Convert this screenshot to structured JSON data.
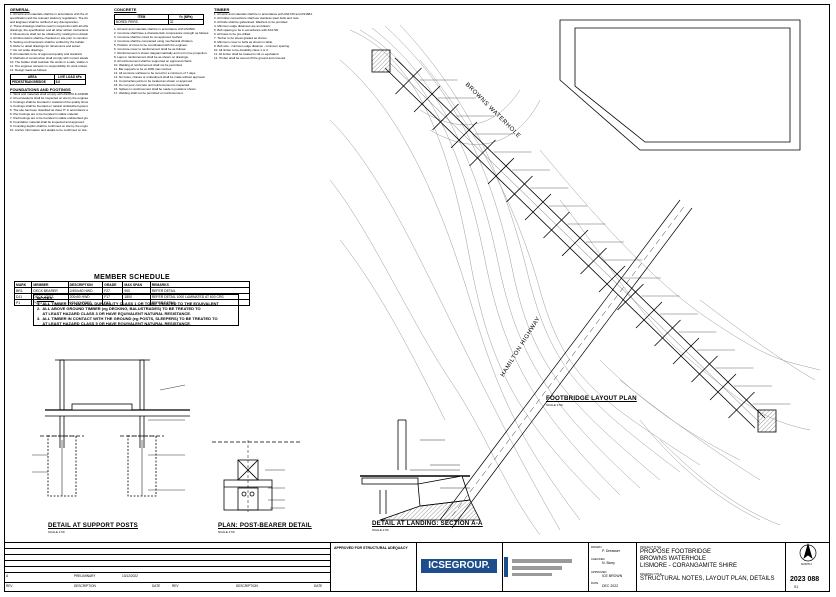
{
  "notes": {
    "general_heading": "GENERAL",
    "concrete_heading": "CONCRETE",
    "timber_heading": "TIMBER",
    "foundations_heading": "FOUNDATIONS AND FOOTINGS",
    "general_lines": [
      "1.  All work and materials shall be in accordance with the drawings, the",
      "specification and the relevant statutory regulations. The Architect",
      "and Engineer shall be notified of any discrepancies.",
      "2.  These drawings shall be read in conjunction with all other",
      "drawings, the specification and all other written instructions.",
      "3.  Dimensions shall not be obtained by scaling from drawings.",
      "4.  All dimensions shall be checked on site prior to construction.",
      "5.  Setting out dimensions shall be verified by the builder.",
      "6.  Refer to detail drawings for dimensions and setout.",
      "7.  Do not scale drawings.",
      "8.  All materials to be of approved quality and standard.",
      "9.  Methods of construction shall comply with current standards.",
      "10. The builder shall maintain the works in a safe, stable condition.",
      "11. The engineer accepts no responsibility for work unless inspected.",
      "12. Design loads as follows:"
    ],
    "loads_table": {
      "headers": [
        "AREA",
        "LIVE LOAD kPa"
      ],
      "rows": [
        [
          "PEDESTRIAN BRIDGE",
          "5.0"
        ]
      ]
    },
    "foundation_lines": [
      "1.  Work and materials shall comply with AS2870 & AS3600.",
      "2.  All excavations shall be inspected on site by the engineer",
      "3.  Footings shall be founded in material of the quality shown.",
      "4.  Footings shall be founded on natural undisturbed ground.",
      "5.  The site has been classified as class 'P' in accordance with AS2870.",
      "6.  Pier footings are to be founded in stable material.",
      "7.  Pad footings are to be founded in stable undisturbed ground.",
      "8.  Foundation material shall be inspected and approved.",
      "9.  Founding depths shall be confirmed on site by the engineer.",
      "10. Anchor information and details to be confirmed on site."
    ],
    "concrete_lines": [
      "1.  All work and materials shall be in accordance with AS3600.",
      "2.  Concrete shall have a characteristic compressive strength as follows:",
      "3.  Concrete shall be cured for an approved method.",
      "4.  Concrete shall be compacted using mechanical vibration.",
      "5.  Position of cores to be coordinated with the engineer.",
      "6.  Concrete cover to reinforcement shall be as follows:",
      "7.  Reinforcement is shown diagrammatically and not in true projection.",
      "8.  Laps in reinforcement shall be as shown on drawings.",
      "9.  All reinforcement shall be supported on approved chairs.",
      "10. Welding of reinforcement shall not be permitted.",
      "11. Bar supports to be at 1000 max centres.",
      "12. All concrete surfaces to be cured for a minimum of 7 days.",
      "13. No holes, chases or embedment shall be made without approval.",
      "14. Construction joints to be located as shown or approved.",
      "15. Do not pour concrete until reinforcement is inspected.",
      "16. Splices in reinforcement shall be made in positions shown.",
      "17. Welding shall not be permitted on reinforcement."
    ],
    "concrete_table": {
      "headers": [
        "ITEM",
        "f'c (MPa)"
      ],
      "rows": [
        [
          "BORED PIERS",
          "32"
        ]
      ]
    },
    "timber_lines": [
      "1.  All work and materials shall be in accordance with AS1720 and AS1684.",
      "2.  All timber connections shall use stainless steel bolts and nuts.",
      "3.  All bolts shall be galvanised. Washers to be provided.",
      "4.  Minimum edge distances are as follows:",
      "5.  Bolt spacing to be in accordance with AS1720.",
      "6.  All holes to be pre-drilled.",
      "7.  Timber to be stress graded as shown.",
      "8.  Minimum cover to bolts as shown in table.",
      "9.  Bolt size - minimum edge distance - minimum spacing.",
      "10. All timber to be durability class 1 or 2.",
      "11. All timber shall be treated to H4 or equivalent.",
      "12. Timber shall be stored off the ground and covered."
    ]
  },
  "member_schedule": {
    "title": "MEMBER SCHEDULE",
    "headers": [
      "MARK",
      "MEMBER",
      "DESCRIPTION",
      "GRADE",
      "MAX SPAN",
      "REMARKS"
    ],
    "rows": [
      [
        "BR1",
        "DECK BEARER",
        "2/400x50 HWD",
        "F27",
        "900",
        "REFER DETAIL"
      ],
      [
        "DJ1",
        "DECK JOIST",
        "200x50 HWD",
        "F17",
        "1800",
        "REFER DETAIL 1000 LAMINATED AT 600 CRS"
      ],
      [
        "P1",
        "POST",
        "125 SQ POST",
        "F17",
        "-",
        "REFER DETAIL"
      ]
    ]
  },
  "notes_box": {
    "title": "NOTES:",
    "lines": [
      "1.  ALL TIMBER TO NATURAL DURABILITY CLASS 1 OR TO BE TREATED TO THE EQUIVALENT",
      "2.  ALL ABOVE GROUND TIMBER (eg DECKING, BALUSTRADES) TO BE TREATED TO",
      "     AT LEAST HAZARD CLASS 3 OR HAVE EQUIVALENT NATURAL RESISTANCE.",
      "3.  ALL TIMBER IN CONTACT WITH THE GROUND (eg POSTS, SLEEPERS) TO BE TREATED TO",
      "     AT LEAST HAZARD CLASS 5 OR HAVE EQUIVALENT NATURAL RESISTANCE."
    ]
  },
  "views": {
    "support_posts": "DETAIL AT SUPPORT POSTS",
    "post_bearer": "PLAN: POST-BEARER DETAIL",
    "landing": "DETAIL AT LANDING: SECTION A-A",
    "layout": "FOOTBRIDGE LAYOUT PLAN",
    "scale": "SCALE 1:50"
  },
  "plan_labels": {
    "creek": "BROWNS WATERHOLE",
    "highway": "HAMILTON HIGHWAY",
    "north": "NORTH"
  },
  "title_block": {
    "approval": "APPROVED FOR STRUCTURAL ADEQUACY",
    "drawn_by_label": "DRAWN",
    "drawn_by": "P. Dreasser",
    "checked_label": "CHECKED",
    "checked_by": "N. Barry",
    "approved_label": "APPROVED",
    "approved_by": "ICE BROWN",
    "date_label": "DATE",
    "date": "DEC 2022",
    "project_label": "PROJECT TITLE",
    "project_lines": [
      "PROPOSE FOOTBRIDGE",
      "BROWNS WATERHOLE",
      "LISMORE - CORANGAMITE SHIRE"
    ],
    "drawing_label": "DRAWING TITLE",
    "drawing_title": "STRUCTURAL NOTES, LAYOUT PLAN, DETAILS",
    "job_no": "2023 088",
    "sheet": "S1",
    "logo": "ICSEGROUP.",
    "rev_headers": [
      "REV",
      "DESCRIPTION",
      "DATE"
    ],
    "rev_rows": [
      [
        "A",
        "PRELIMINARY",
        "13/12/2022"
      ]
    ]
  },
  "colors": {
    "ink": "#000000",
    "contour": "#9a9a9a",
    "logo_blue": "#1e4d8c",
    "hatch": "#555555"
  }
}
